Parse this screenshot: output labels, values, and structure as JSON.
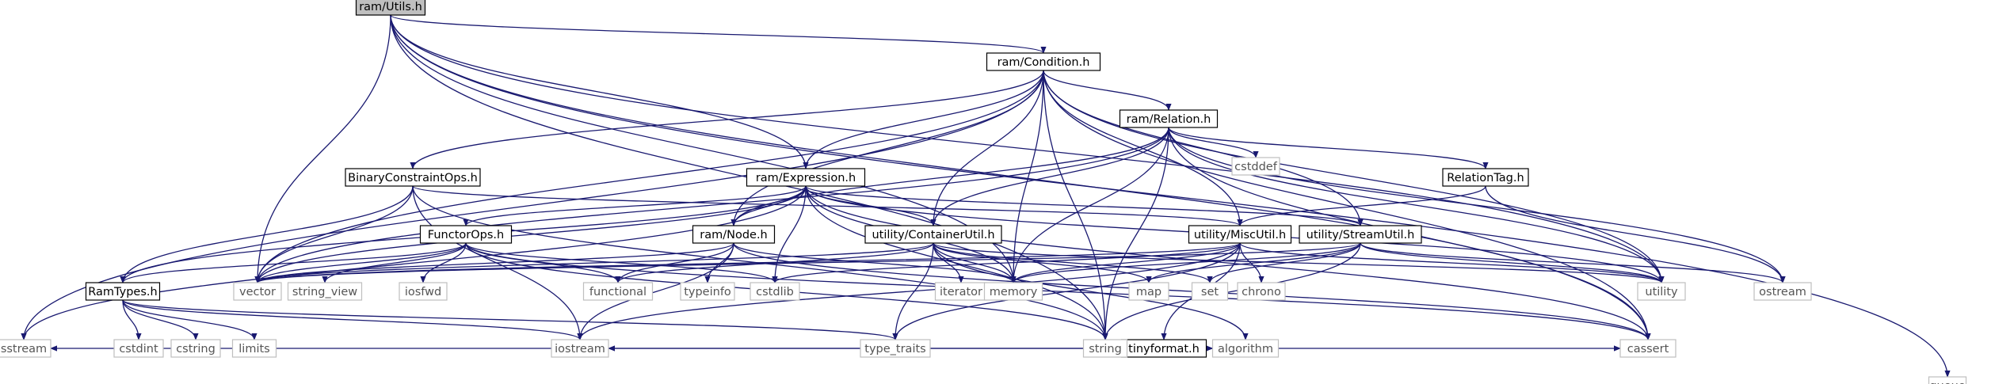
{
  "graph": {
    "colors": {
      "edge": "#191970",
      "root_fill": "#bfbfbf",
      "local_border": "#000000",
      "local_text": "#000000",
      "system_border": "#bfbfbf",
      "system_text": "#555555"
    },
    "nodes": [
      {
        "id": "utils",
        "label": "ram/Utils.h",
        "kind": "root"
      },
      {
        "id": "queue",
        "label": "queue",
        "kind": "system"
      },
      {
        "id": "condition",
        "label": "ram/Condition.h",
        "kind": "local"
      },
      {
        "id": "relation",
        "label": "ram/Relation.h",
        "kind": "local"
      },
      {
        "id": "cstddef",
        "label": "cstddef",
        "kind": "system"
      },
      {
        "id": "binary",
        "label": "BinaryConstraintOps.h",
        "kind": "local"
      },
      {
        "id": "expression",
        "label": "ram/Expression.h",
        "kind": "local"
      },
      {
        "id": "relationtag",
        "label": "RelationTag.h",
        "kind": "local"
      },
      {
        "id": "functorops",
        "label": "FunctorOps.h",
        "kind": "local"
      },
      {
        "id": "node",
        "label": "ram/Node.h",
        "kind": "local"
      },
      {
        "id": "containerutil",
        "label": "utility/ContainerUtil.h",
        "kind": "local"
      },
      {
        "id": "miscutil",
        "label": "utility/MiscUtil.h",
        "kind": "local"
      },
      {
        "id": "streamutil",
        "label": "utility/StreamUtil.h",
        "kind": "local"
      },
      {
        "id": "ramtypes",
        "label": "RamTypes.h",
        "kind": "local"
      },
      {
        "id": "vector",
        "label": "vector",
        "kind": "system"
      },
      {
        "id": "string_view",
        "label": "string_view",
        "kind": "system"
      },
      {
        "id": "iosfwd",
        "label": "iosfwd",
        "kind": "system"
      },
      {
        "id": "functional",
        "label": "functional",
        "kind": "system"
      },
      {
        "id": "typeinfo",
        "label": "typeinfo",
        "kind": "system"
      },
      {
        "id": "cstdlib",
        "label": "cstdlib",
        "kind": "system"
      },
      {
        "id": "iterator",
        "label": "iterator",
        "kind": "system"
      },
      {
        "id": "memory",
        "label": "memory",
        "kind": "system"
      },
      {
        "id": "map",
        "label": "map",
        "kind": "system"
      },
      {
        "id": "set",
        "label": "set",
        "kind": "system"
      },
      {
        "id": "chrono",
        "label": "chrono",
        "kind": "system"
      },
      {
        "id": "utility",
        "label": "utility",
        "kind": "system"
      },
      {
        "id": "ostream",
        "label": "ostream",
        "kind": "system"
      },
      {
        "id": "tinyformat",
        "label": "tinyformat.h",
        "kind": "local"
      },
      {
        "id": "sstream",
        "label": "sstream",
        "kind": "system"
      },
      {
        "id": "cstdint",
        "label": "cstdint",
        "kind": "system"
      },
      {
        "id": "cstring",
        "label": "cstring",
        "kind": "system"
      },
      {
        "id": "limits",
        "label": "limits",
        "kind": "system"
      },
      {
        "id": "iostream",
        "label": "iostream",
        "kind": "system"
      },
      {
        "id": "type_traits",
        "label": "type_traits",
        "kind": "system"
      },
      {
        "id": "string",
        "label": "string",
        "kind": "system"
      },
      {
        "id": "algorithm",
        "label": "algorithm",
        "kind": "system"
      },
      {
        "id": "cassert",
        "label": "cassert",
        "kind": "system"
      }
    ],
    "edges": [
      [
        "utils",
        "queue"
      ],
      [
        "utils",
        "condition"
      ],
      [
        "utils",
        "expression"
      ],
      [
        "utils",
        "vector"
      ],
      [
        "utils",
        "memory"
      ],
      [
        "utils",
        "utility"
      ],
      [
        "utils",
        "string"
      ],
      [
        "utils",
        "cassert"
      ],
      [
        "condition",
        "relation"
      ],
      [
        "condition",
        "binary"
      ],
      [
        "condition",
        "expression"
      ],
      [
        "condition",
        "node"
      ],
      [
        "condition",
        "containerutil"
      ],
      [
        "condition",
        "miscutil"
      ],
      [
        "condition",
        "streamutil"
      ],
      [
        "condition",
        "sstream"
      ],
      [
        "condition",
        "vector"
      ],
      [
        "condition",
        "memory"
      ],
      [
        "condition",
        "utility"
      ],
      [
        "condition",
        "string"
      ],
      [
        "condition",
        "cassert"
      ],
      [
        "relation",
        "cstddef"
      ],
      [
        "relation",
        "relationtag"
      ],
      [
        "relation",
        "node"
      ],
      [
        "relation",
        "containerutil"
      ],
      [
        "relation",
        "vector"
      ],
      [
        "relation",
        "memory"
      ],
      [
        "relation",
        "utility"
      ],
      [
        "relation",
        "ostream"
      ],
      [
        "relation",
        "string"
      ],
      [
        "relation",
        "cassert"
      ],
      [
        "binary",
        "ramtypes"
      ],
      [
        "binary",
        "miscutil"
      ],
      [
        "binary",
        "vector"
      ],
      [
        "binary",
        "iostream"
      ],
      [
        "binary",
        "string"
      ],
      [
        "expression",
        "functorops"
      ],
      [
        "expression",
        "node"
      ],
      [
        "expression",
        "ramtypes"
      ],
      [
        "expression",
        "containerutil"
      ],
      [
        "expression",
        "streamutil"
      ],
      [
        "expression",
        "vector"
      ],
      [
        "expression",
        "cstdlib"
      ],
      [
        "expression",
        "memory"
      ],
      [
        "expression",
        "sstream"
      ],
      [
        "expression",
        "string"
      ],
      [
        "expression",
        "utility"
      ],
      [
        "expression",
        "cassert"
      ],
      [
        "relationtag",
        "miscutil"
      ],
      [
        "relationtag",
        "ostream"
      ],
      [
        "functorops",
        "ramtypes"
      ],
      [
        "functorops",
        "vector"
      ],
      [
        "functorops",
        "string_view"
      ],
      [
        "functorops",
        "iosfwd"
      ],
      [
        "functorops",
        "functional"
      ],
      [
        "functorops",
        "cstdlib"
      ],
      [
        "functorops",
        "string"
      ],
      [
        "functorops",
        "cassert"
      ],
      [
        "node",
        "vector"
      ],
      [
        "node",
        "functional"
      ],
      [
        "node",
        "typeinfo"
      ],
      [
        "node",
        "memory"
      ],
      [
        "node",
        "iostream"
      ],
      [
        "node",
        "cassert"
      ],
      [
        "containerutil",
        "vector"
      ],
      [
        "containerutil",
        "functional"
      ],
      [
        "containerutil",
        "iterator"
      ],
      [
        "containerutil",
        "memory"
      ],
      [
        "containerutil",
        "map"
      ],
      [
        "containerutil",
        "set"
      ],
      [
        "containerutil",
        "utility"
      ],
      [
        "containerutil",
        "type_traits"
      ],
      [
        "containerutil",
        "algorithm"
      ],
      [
        "miscutil",
        "tinyformat"
      ],
      [
        "miscutil",
        "vector"
      ],
      [
        "miscutil",
        "cstdlib"
      ],
      [
        "miscutil",
        "memory"
      ],
      [
        "miscutil",
        "chrono"
      ],
      [
        "miscutil",
        "utility"
      ],
      [
        "miscutil",
        "iostream"
      ],
      [
        "miscutil",
        "type_traits"
      ],
      [
        "streamutil",
        "map"
      ],
      [
        "streamutil",
        "set"
      ],
      [
        "streamutil",
        "memory"
      ],
      [
        "streamutil",
        "ostream"
      ],
      [
        "streamutil",
        "utility"
      ],
      [
        "streamutil",
        "string"
      ],
      [
        "streamutil",
        "vector"
      ],
      [
        "ramtypes",
        "cstdint"
      ],
      [
        "ramtypes",
        "cstring"
      ],
      [
        "ramtypes",
        "limits"
      ],
      [
        "ramtypes",
        "iostream"
      ],
      [
        "ramtypes",
        "type_traits"
      ],
      [
        "tinyformat",
        "algorithm"
      ],
      [
        "tinyformat",
        "cassert"
      ],
      [
        "tinyformat",
        "iostream"
      ],
      [
        "tinyformat",
        "sstream"
      ],
      [
        "tinyformat",
        "string"
      ]
    ]
  }
}
